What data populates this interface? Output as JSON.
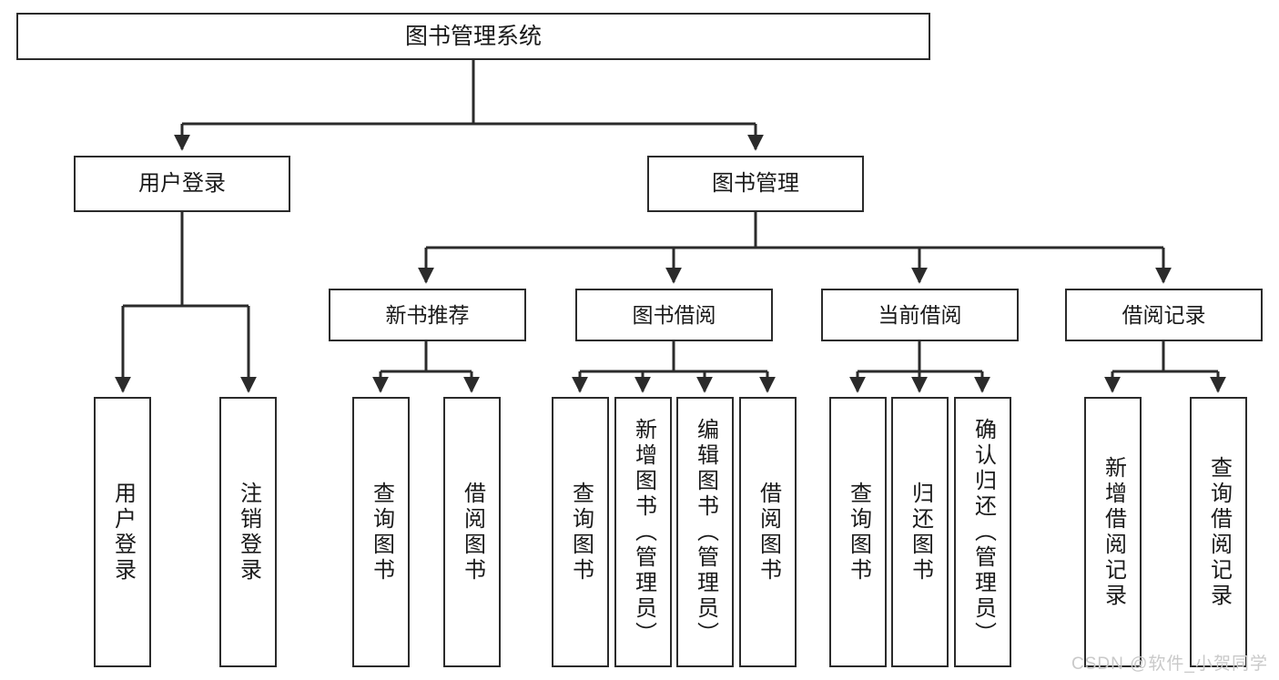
{
  "diagram": {
    "type": "tree-hierarchy-chart",
    "title": "图书管理系统",
    "colors": {
      "background": "#ffffff",
      "box_border": "#2b2b2b",
      "box_fill": "#ffffff",
      "text": "#1a1a1a",
      "connector": "#2b2b2b",
      "watermark": "#c9c9c9"
    },
    "watermark": "CSDN @软件_小贺同学",
    "nodes": {
      "root": {
        "label": "图书管理系统",
        "level": 0
      },
      "level1": [
        {
          "id": "user-login",
          "label": "用户登录"
        },
        {
          "id": "book-management",
          "label": "图书管理"
        }
      ],
      "level2": [
        {
          "id": "new-book-recommend",
          "label": "新书推荐"
        },
        {
          "id": "book-borrow",
          "label": "图书借阅"
        },
        {
          "id": "current-borrow",
          "label": "当前借阅"
        },
        {
          "id": "borrow-record",
          "label": "借阅记录"
        }
      ],
      "leaves": {
        "user-login": [
          {
            "id": "leaf-user-login",
            "label": "用户登录"
          },
          {
            "id": "leaf-logout-login",
            "label": "注销登录"
          }
        ],
        "new-book-recommend": [
          {
            "id": "leaf-query-book-1",
            "label": "查询图书"
          },
          {
            "id": "leaf-borrow-book-1",
            "label": "借阅图书"
          }
        ],
        "book-borrow": [
          {
            "id": "leaf-query-book-2",
            "label": "查询图书"
          },
          {
            "id": "leaf-add-book",
            "label": "新增图书（管理员）"
          },
          {
            "id": "leaf-edit-book",
            "label": "编辑图书（管理员）"
          },
          {
            "id": "leaf-borrow-book-2",
            "label": "借阅图书"
          }
        ],
        "current-borrow": [
          {
            "id": "leaf-query-book-3",
            "label": "查询图书"
          },
          {
            "id": "leaf-return-book",
            "label": "归还图书"
          },
          {
            "id": "leaf-confirm-return",
            "label": "确认归还（管理员）"
          }
        ],
        "borrow-record": [
          {
            "id": "leaf-add-record",
            "label": "新增借阅记录"
          },
          {
            "id": "leaf-query-record",
            "label": "查询借阅记录"
          }
        ]
      }
    }
  }
}
